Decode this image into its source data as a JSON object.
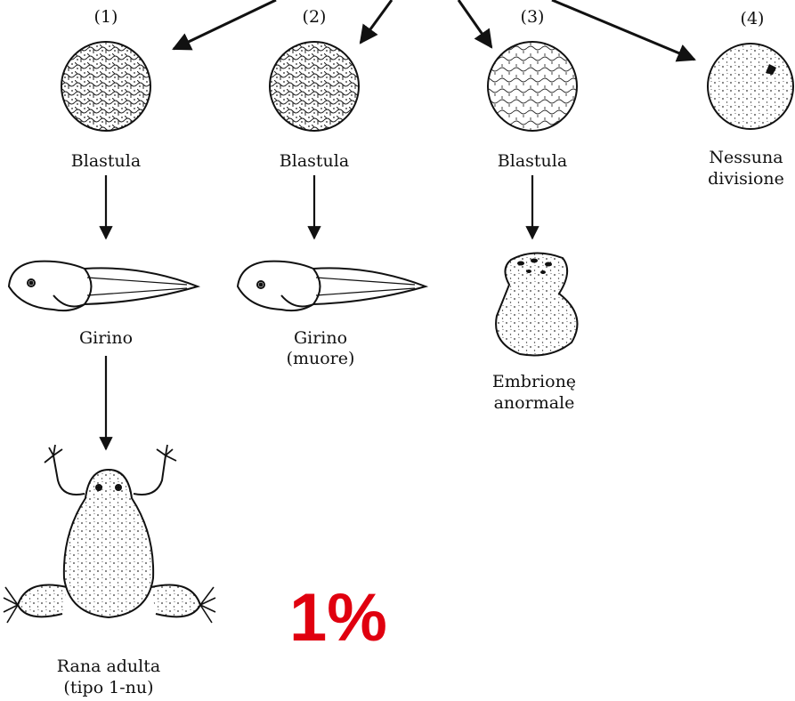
{
  "columns": [
    {
      "number": "(1)",
      "stage1": "Blastula",
      "stage2": "Girino",
      "stage3": "Rana adulta",
      "stage3b": "(tipo 1-nu)"
    },
    {
      "number": "(2)",
      "stage1": "Blastula",
      "stage2": "Girino",
      "stage2b": "(muore)"
    },
    {
      "number": "(3)",
      "stage1": "Blastula",
      "stage2": "Embrionę",
      "stage2b": "anormale"
    },
    {
      "number": "(4)",
      "stage1": "Nessuna",
      "stage1b": "divisione"
    }
  ],
  "percent": "1%",
  "colors": {
    "ink": "#111111",
    "highlight": "#e0000f"
  }
}
